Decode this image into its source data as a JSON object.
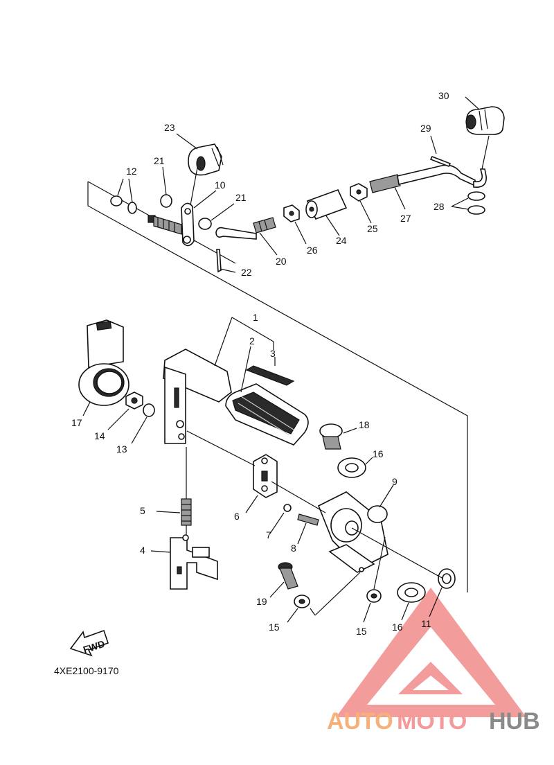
{
  "diagram": {
    "drawing_code": "4XE2100-9170",
    "fwd_label": "FWD",
    "callouts": [
      {
        "id": "c1",
        "text": "1"
      },
      {
        "id": "c2",
        "text": "2"
      },
      {
        "id": "c3",
        "text": "3"
      },
      {
        "id": "c4",
        "text": "4"
      },
      {
        "id": "c5",
        "text": "5"
      },
      {
        "id": "c6",
        "text": "6"
      },
      {
        "id": "c7",
        "text": "7"
      },
      {
        "id": "c8",
        "text": "8"
      },
      {
        "id": "c9",
        "text": "9"
      },
      {
        "id": "c10",
        "text": "10"
      },
      {
        "id": "c11",
        "text": "11"
      },
      {
        "id": "c12",
        "text": "12"
      },
      {
        "id": "c13",
        "text": "13"
      },
      {
        "id": "c14",
        "text": "14"
      },
      {
        "id": "c15a",
        "text": "15"
      },
      {
        "id": "c15b",
        "text": "15"
      },
      {
        "id": "c16a",
        "text": "16"
      },
      {
        "id": "c16b",
        "text": "16"
      },
      {
        "id": "c17",
        "text": "17"
      },
      {
        "id": "c18",
        "text": "18"
      },
      {
        "id": "c19",
        "text": "19"
      },
      {
        "id": "c20",
        "text": "20"
      },
      {
        "id": "c21a",
        "text": "21"
      },
      {
        "id": "c21b",
        "text": "21"
      },
      {
        "id": "c22",
        "text": "22"
      },
      {
        "id": "c23",
        "text": "23"
      },
      {
        "id": "c24",
        "text": "24"
      },
      {
        "id": "c25",
        "text": "25"
      },
      {
        "id": "c26",
        "text": "26"
      },
      {
        "id": "c27",
        "text": "27"
      },
      {
        "id": "c28",
        "text": "28"
      },
      {
        "id": "c29",
        "text": "29"
      },
      {
        "id": "c30",
        "text": "30"
      }
    ]
  },
  "watermark": {
    "part_auto": "AUTO",
    "part_moto": "MOTO",
    "part_hub": "HUB",
    "colors": {
      "auto": "#f6b07a",
      "moto": "#f49a9a",
      "hub": "#8a8a8a",
      "triangle": "#f28b8b"
    }
  }
}
